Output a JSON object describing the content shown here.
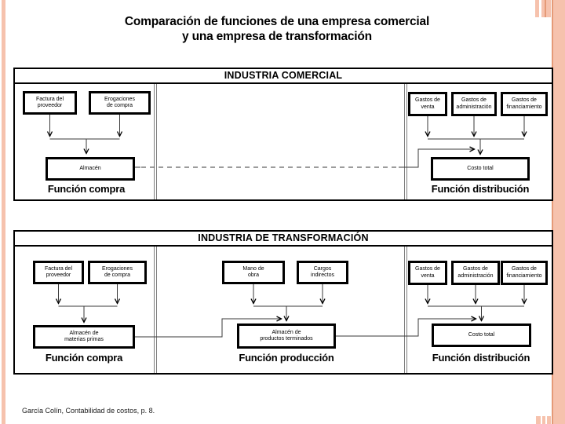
{
  "theme": {
    "accent": "#f6c2ad",
    "accent_dark": "#e59a77"
  },
  "slide": {
    "title_line1": "Comparación de funciones de una empresa comercial",
    "title_line2": "y una empresa de transformación",
    "footer_citation": "García Colín, Contabilidad de costos, p. 8."
  },
  "commercial": {
    "header": "INDUSTRIA COMERCIAL",
    "boxes": {
      "factura": [
        "Factura del",
        "proveedor"
      ],
      "erogaciones": [
        "Erogaciones",
        "de compra"
      ],
      "almacen": "Almacén",
      "gastos_venta": [
        "Gastos de",
        "venta"
      ],
      "gastos_administracion": [
        "Gastos de",
        "administración"
      ],
      "gastos_financiamiento": [
        "Gastos de",
        "financiamiento"
      ],
      "costo_total": "Costo total"
    },
    "labels": {
      "compra": "Función compra",
      "distribucion": "Función distribución"
    }
  },
  "transformacion": {
    "header": "INDUSTRIA DE TRANSFORMACIÓN",
    "boxes": {
      "factura": [
        "Factura del",
        "proveedor"
      ],
      "erogaciones": [
        "Erogaciones",
        "de compra"
      ],
      "mano_obra": [
        "Mano de",
        "obra"
      ],
      "cargos_indirectos": [
        "Cargos",
        "indirectos"
      ],
      "almacen_materias_primas": [
        "Almacén de",
        "materias primas"
      ],
      "almacen_productos_terminados": [
        "Almacén de",
        "productos terminados"
      ],
      "gastos_venta": [
        "Gastos de",
        "venta"
      ],
      "gastos_administracion": [
        "Gastos de",
        "administración"
      ],
      "gastos_financiamiento": [
        "Gastos de",
        "financiamiento"
      ],
      "costo_total": "Costo total"
    },
    "labels": {
      "compra": "Función compra",
      "produccion": "Función producción",
      "distribucion": "Función distribución"
    }
  }
}
